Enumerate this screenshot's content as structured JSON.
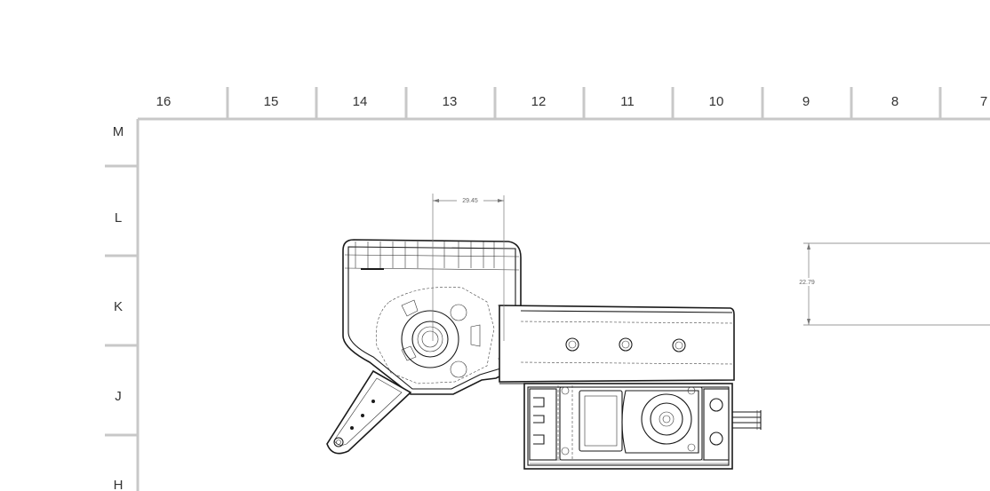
{
  "sheet": {
    "column_zones": [
      "16",
      "15",
      "14",
      "13",
      "12",
      "11",
      "10",
      "9",
      "8",
      "7"
    ],
    "row_zones": [
      "M",
      "L",
      "K",
      "J",
      "H"
    ],
    "colors": {
      "border": "#c8c8c8",
      "line": "#1a1a1a",
      "dimension": "#777777",
      "background": "#ffffff"
    }
  },
  "dimensions": {
    "horizontal": "29.45",
    "vertical": "22.79"
  }
}
